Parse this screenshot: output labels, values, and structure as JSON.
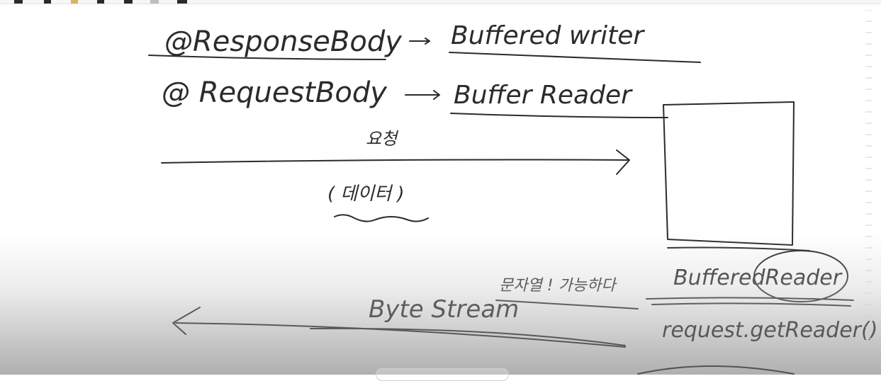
{
  "toolbar": {
    "buttons": [
      "pen-tool",
      "pen-tool",
      "highlighter-tool",
      "eraser-tool",
      "shape-tool",
      "color-swatch",
      "dropdown"
    ]
  },
  "board": {
    "line1_left": "@ResponseBody",
    "line1_right": "Buffered writer",
    "line2_left": "@ RequestBody",
    "line2_right": "Buffer Reader",
    "request_label": "요청",
    "data_label": "( 데이터 )",
    "server_stream_label_a": "문자열 ! 가능하다",
    "buffered_reader": "BufferedReader",
    "request_call": "request.getReader()",
    "byte_stream": "Byte Stream"
  },
  "colors": {
    "ink": "#2b2b2b",
    "background": "#ffffff"
  }
}
